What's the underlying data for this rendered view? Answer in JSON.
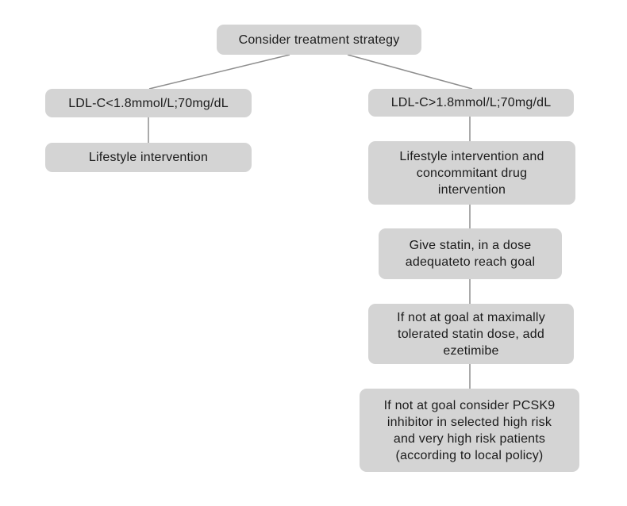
{
  "figure": {
    "colors": {
      "background": "#ffffff",
      "box_fill": "#d4d4d4",
      "connector": "#8e8e8e",
      "text": "#1b1b1b"
    }
  },
  "flowchart": {
    "root": {
      "label": "Consider treatment strategy"
    },
    "left_branch": {
      "condition": {
        "label": "LDL-C<1.8mmol/L;70mg/dL"
      },
      "step_1": {
        "label": "Lifestyle intervention"
      }
    },
    "right_branch": {
      "condition": {
        "label": "LDL-C>1.8mmol/L;70mg/dL"
      },
      "step_1": {
        "label": "Lifestyle intervention and\nconcommitant drug\nintervention"
      },
      "step_2": {
        "label": "Give statin, in a dose\nadequateto reach goal"
      },
      "step_3": {
        "label": "If not at goal at maximally\ntolerated statin dose, add\nezetimibe"
      },
      "step_4": {
        "label": "If not at goal consider PCSK9\ninhibitor in selected high risk\nand very high risk patients\n(according to local policy)"
      }
    }
  }
}
